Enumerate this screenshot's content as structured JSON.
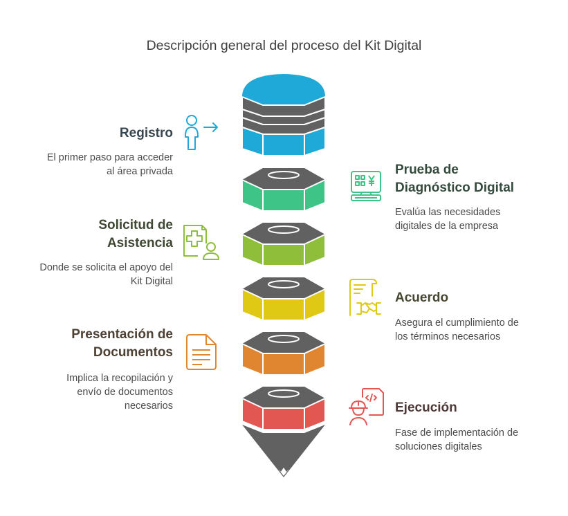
{
  "title": "Descripción general del proceso del Kit Digital",
  "colors": {
    "registro": "#1fa9d9",
    "prueba": "#3ec486",
    "solicitud": "#8fbe3b",
    "acuerdo": "#dfc915",
    "presentacion": "#e08530",
    "ejecucion": "#e35753",
    "gray": "#616161"
  },
  "steps": [
    {
      "id": "registro",
      "title": "Registro",
      "description_lines": [
        "El primer paso para acceder",
        "al área privada"
      ],
      "icon": "user-arrow-icon",
      "side": "left"
    },
    {
      "id": "prueba",
      "title_lines": [
        "Prueba de",
        "Diagnóstico Digital"
      ],
      "description_lines": [
        "Evalúa las necesidades",
        "digitales de la empresa"
      ],
      "icon": "computer-terminal-icon",
      "side": "right"
    },
    {
      "id": "solicitud",
      "title_lines": [
        "Solicitud de",
        "Asistencia"
      ],
      "description_lines": [
        "Donde se solicita el apoyo del",
        "Kit Digital"
      ],
      "icon": "medical-request-icon",
      "side": "left"
    },
    {
      "id": "acuerdo",
      "title": "Acuerdo",
      "description_lines": [
        "Asegura el cumplimiento de",
        "los términos necesarios"
      ],
      "icon": "contract-handshake-icon",
      "side": "right"
    },
    {
      "id": "presentacion",
      "title_lines": [
        "Presentación de",
        "Documentos"
      ],
      "description_lines": [
        "Implica la recopilación y",
        "envío de documentos",
        "necesarios"
      ],
      "icon": "document-icon",
      "side": "left"
    },
    {
      "id": "ejecucion",
      "title": "Ejecución",
      "description_lines": [
        "Fase de implementación de",
        "soluciones digitales"
      ],
      "icon": "engineer-code-icon",
      "side": "right"
    }
  ]
}
